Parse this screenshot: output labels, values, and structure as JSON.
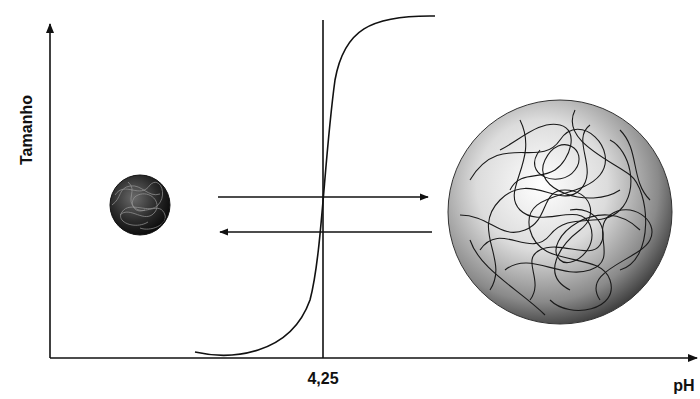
{
  "diagram": {
    "labels": [
      "Tamanho",
      "4,25",
      "pH"
    ]
  }
}
